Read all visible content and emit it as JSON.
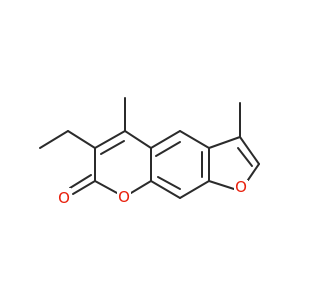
{
  "molecule": {
    "atom_labels": {
      "carbonyl_oxygen": "O",
      "ring_oxygen_pyranone": "O",
      "ring_oxygen_furan": "O"
    },
    "colors": {
      "bond": "#2b2b2b",
      "oxygen": "#e8200c",
      "background": "#ffffff"
    }
  }
}
